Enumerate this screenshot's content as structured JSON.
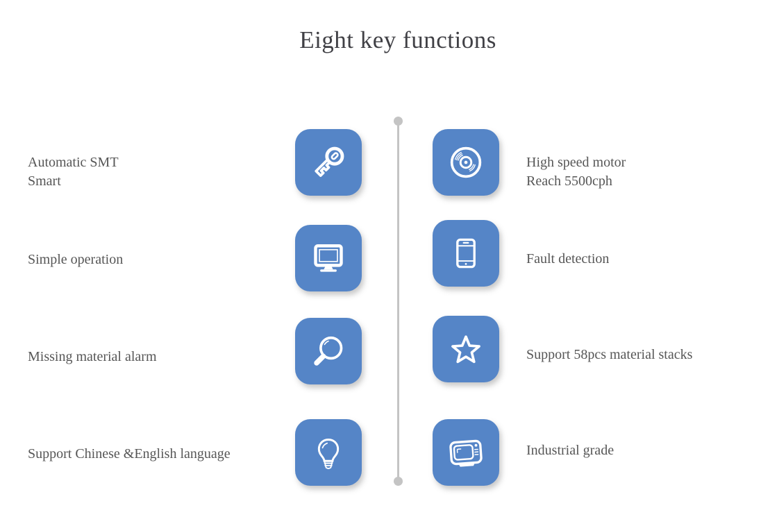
{
  "page": {
    "title": "Eight key functions",
    "accent_color": "#5585c7",
    "timeline_color": "#c4c4c4",
    "title_color": "#404045",
    "text_color": "#565656"
  },
  "features": {
    "left": [
      {
        "icon": "key-icon",
        "lines": [
          "Automatic SMT",
          "Smart"
        ]
      },
      {
        "icon": "monitor-icon",
        "lines": [
          "Simple operation"
        ]
      },
      {
        "icon": "magnifier-icon",
        "lines": [
          "Missing material alarm"
        ]
      },
      {
        "icon": "lightbulb-icon",
        "lines": [
          "Support Chinese &English language"
        ]
      }
    ],
    "right": [
      {
        "icon": "disc-icon",
        "lines": [
          "High speed motor",
          "Reach 5500cph"
        ]
      },
      {
        "icon": "phone-icon",
        "lines": [
          "Fault detection"
        ]
      },
      {
        "icon": "star-icon",
        "lines": [
          "Support 58pcs material stacks"
        ]
      },
      {
        "icon": "tv-icon",
        "lines": [
          "Industrial grade"
        ]
      }
    ]
  }
}
